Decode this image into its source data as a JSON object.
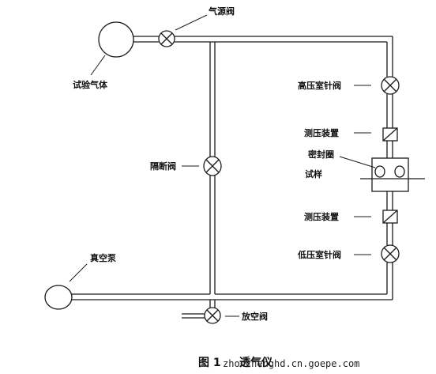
{
  "labels": {
    "gas_source_valve": "气源阀",
    "test_gas": "试验气体",
    "high_pressure_needle_valve": "高压室针阀",
    "pressure_gauge_top": "测压装置",
    "seal_ring": "密封圈",
    "specimen": "试样",
    "isolation_valve": "隔断阀",
    "pressure_gauge_bottom": "测压装置",
    "low_pressure_needle_valve": "低压室针阀",
    "vacuum_pump": "真空泵",
    "vent_valve": "放空阀"
  },
  "caption": {
    "figure_no": "图 1",
    "title": "透气仪"
  },
  "watermark": "zhonchenghd.cn.goepe.com",
  "colors": {
    "line": "#1a1a1a",
    "background": "#ffffff"
  }
}
